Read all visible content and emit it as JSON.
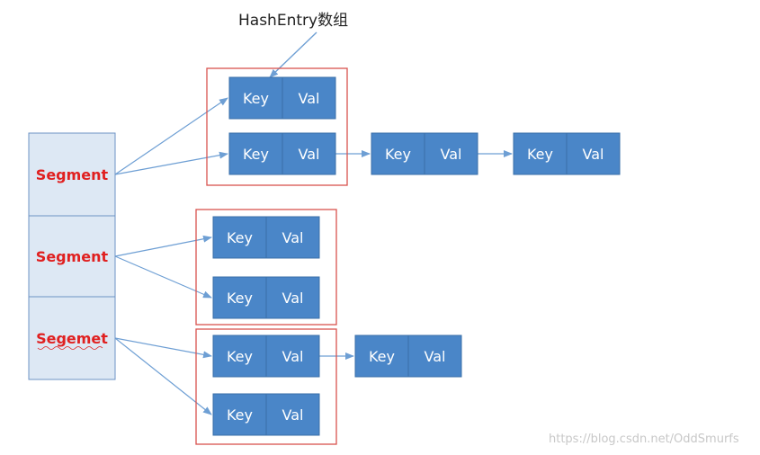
{
  "title": "HashEntry数组",
  "watermark": "https://blog.csdn.net/OddSmurfs",
  "colors": {
    "segment_fill": "#dde8f4",
    "segment_stroke": "#6d93c4",
    "segment_text": "#e02020",
    "entry_fill": "#4a86c8",
    "entry_stroke": "#3a6fa8",
    "entry_text": "#ffffff",
    "group_border": "#d9534f",
    "arrow": "#6e9fd4",
    "title_text": "#222222",
    "watermark_text": "#c8c8c8"
  },
  "segments": [
    {
      "label": "Segment",
      "groups": [
        {
          "entries": [
            {
              "key": "Key",
              "val": "Val",
              "chain": []
            }
          ]
        },
        {
          "entries": [
            {
              "key": "Key",
              "val": "Val",
              "chain": [
                {
                  "key": "Key",
                  "val": "Val"
                },
                {
                  "key": "Key",
                  "val": "Val"
                }
              ]
            }
          ]
        }
      ]
    },
    {
      "label": "Segment",
      "groups": [
        {
          "entries": [
            {
              "key": "Key",
              "val": "Val",
              "chain": []
            }
          ]
        },
        {
          "entries": [
            {
              "key": "Key",
              "val": "Val",
              "chain": []
            }
          ]
        }
      ]
    },
    {
      "label": "Segemet",
      "groups": [
        {
          "entries": [
            {
              "key": "Key",
              "val": "Val",
              "chain": [
                {
                  "key": "Key",
                  "val": "Val"
                }
              ]
            }
          ]
        },
        {
          "entries": [
            {
              "key": "Key",
              "val": "Val",
              "chain": []
            }
          ]
        }
      ]
    }
  ]
}
